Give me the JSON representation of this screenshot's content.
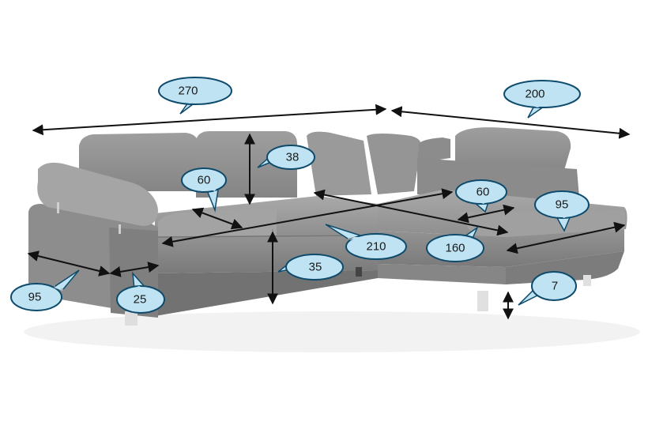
{
  "product": "corner sofa",
  "colors": {
    "upholstery": "#8f8f8f",
    "upholstery_light": "#a6a6a6",
    "upholstery_dark": "#6e6e6e",
    "callout_fill": "#bfe3f2",
    "callout_stroke": "#0d4a6b",
    "arrow": "#111111",
    "legs": "#d9d9d9"
  },
  "dimensions": {
    "total_length": "270",
    "corner_length": "200",
    "backrest_height": "38",
    "seat_depth": "60",
    "chaise_seat_depth": "60",
    "chaise_depth": "95",
    "seat_width": "210",
    "chaise_seat_length": "160",
    "seat_height": "35",
    "leg_height": "7",
    "armrest_depth": "95",
    "armrest_width": "25"
  }
}
